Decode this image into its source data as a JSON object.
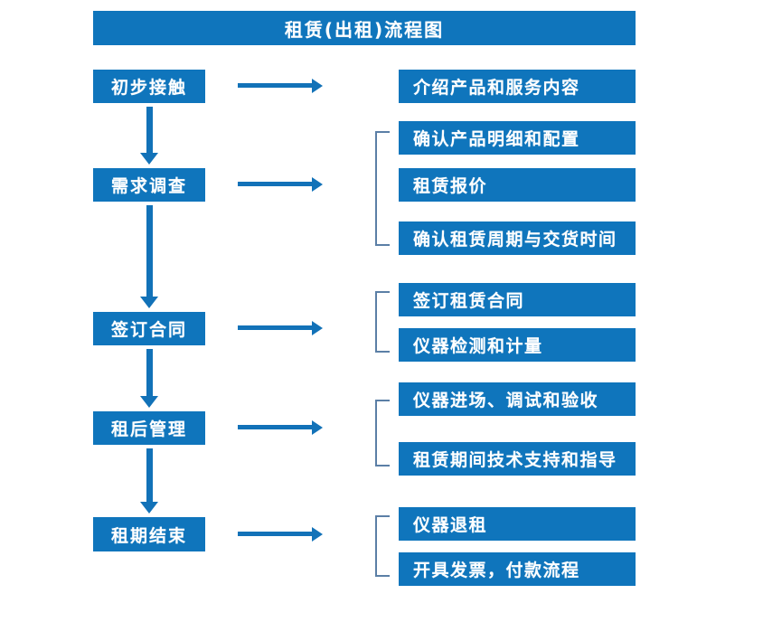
{
  "colors": {
    "box_fill": "#0F75BC",
    "arrow": "#1272B8",
    "bracket": "#5B7FA6",
    "text": "#FFFFFF",
    "background": "#FFFFFF"
  },
  "diagram": {
    "type": "flowchart",
    "title": "租赁(出租)流程图",
    "stages": [
      {
        "label": "初步接触"
      },
      {
        "label": "需求调查"
      },
      {
        "label": "签订合同"
      },
      {
        "label": "租后管理"
      },
      {
        "label": "租期结束"
      }
    ],
    "details": [
      {
        "label": "介绍产品和服务内容"
      },
      {
        "label": "确认产品明细和配置"
      },
      {
        "label": "租赁报价"
      },
      {
        "label": "确认租赁周期与交货时间"
      },
      {
        "label": "签订租赁合同"
      },
      {
        "label": "仪器检测和计量"
      },
      {
        "label": "仪器进场、调试和验收"
      },
      {
        "label": "租赁期间技术支持和指导"
      },
      {
        "label": "仪器退租"
      },
      {
        "label": "开具发票，付款流程"
      }
    ],
    "groups": [
      {
        "stage": "需求调查",
        "detail_labels": [
          "确认产品明细和配置",
          "租赁报价",
          "确认租赁周期与交货时间"
        ]
      },
      {
        "stage": "签订合同",
        "detail_labels": [
          "签订租赁合同",
          "仪器检测和计量"
        ]
      },
      {
        "stage": "租后管理",
        "detail_labels": [
          "仪器进场、调试和验收",
          "租赁期间技术支持和指导"
        ]
      },
      {
        "stage": "租期结束",
        "detail_labels": [
          "仪器退租",
          "开具发票，付款流程"
        ]
      }
    ]
  }
}
